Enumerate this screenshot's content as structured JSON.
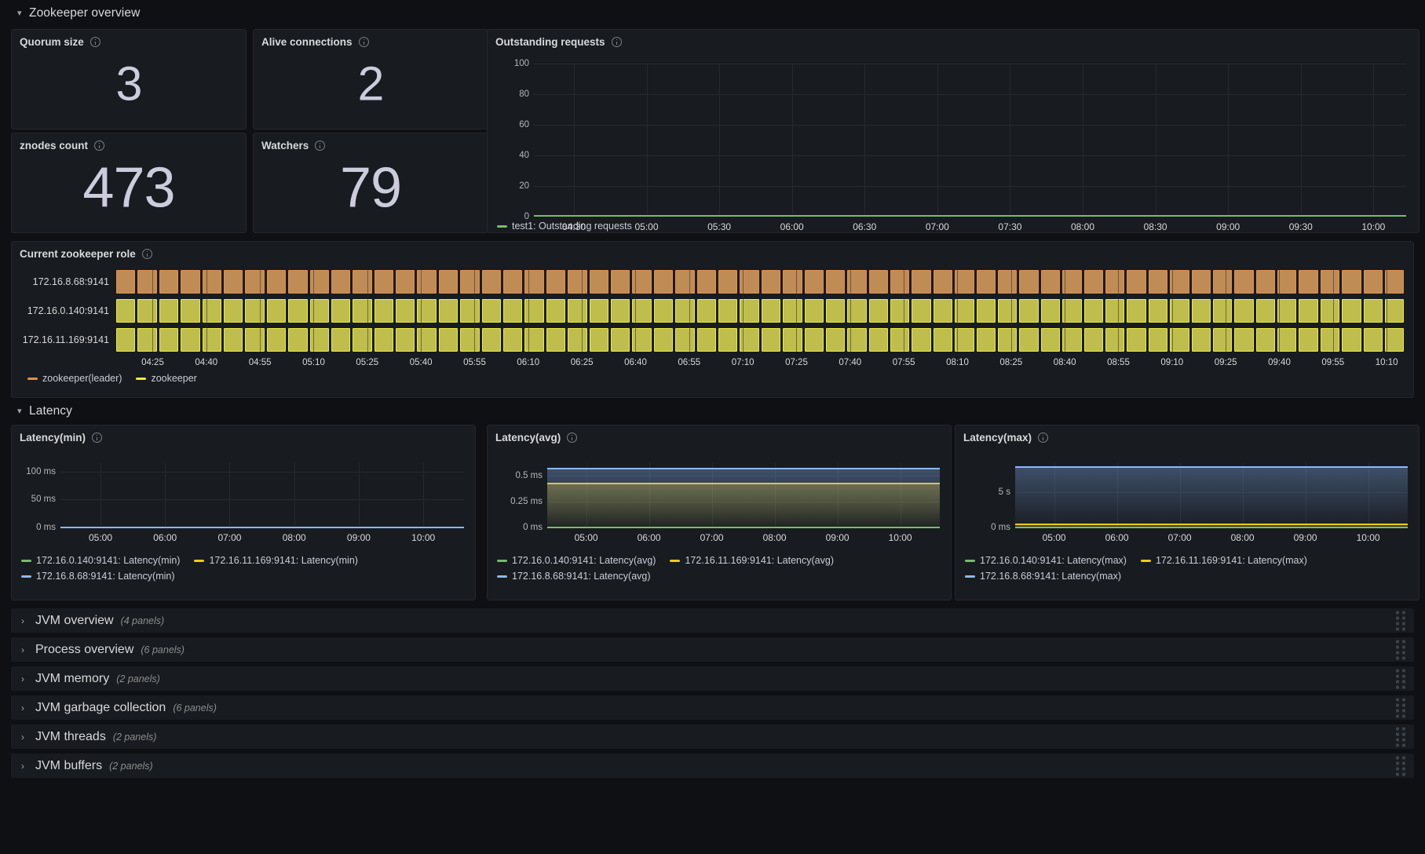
{
  "rows": {
    "zookeeper_overview": {
      "title": "Zookeeper overview",
      "chevron": "chevron-down"
    },
    "latency": {
      "title": "Latency",
      "chevron": "chevron-down"
    }
  },
  "stats": [
    {
      "title": "Quorum size",
      "value": "3"
    },
    {
      "title": "Alive connections",
      "value": "2"
    },
    {
      "title": "znodes count",
      "value": "473"
    },
    {
      "title": "Watchers",
      "value": "79"
    }
  ],
  "outstanding": {
    "title": "Outstanding requests",
    "chart_data": {
      "type": "line",
      "title": "Outstanding requests",
      "x": [
        "04:30",
        "05:00",
        "05:30",
        "06:00",
        "06:30",
        "07:00",
        "07:30",
        "08:00",
        "08:30",
        "09:00",
        "09:30",
        "10:00"
      ],
      "ylim": [
        0,
        100
      ],
      "yticks": [
        "0",
        "20",
        "40",
        "60",
        "80",
        "100"
      ],
      "grid": true,
      "legend_position": "bottom",
      "series": [
        {
          "name": "test1: Outstanding requests",
          "color": "#73bf69",
          "values": [
            0,
            0,
            0,
            0,
            0,
            0,
            0,
            0,
            0,
            0,
            0,
            0
          ]
        }
      ]
    }
  },
  "role": {
    "title": "Current zookeeper role",
    "chart_data": {
      "type": "state-timeline",
      "title": "Current zookeeper role",
      "rows": [
        {
          "label": "172.16.8.68:9141",
          "state": "zookeeper(leader)",
          "color": "#c08c55",
          "border": "#e0904c"
        },
        {
          "label": "172.16.0.140:9141",
          "state": "zookeeper",
          "color": "#bfbd4c",
          "border": "#edec40"
        },
        {
          "label": "172.16.11.169:9141",
          "state": "zookeeper",
          "color": "#bfbd4c",
          "border": "#edec40"
        }
      ],
      "xticks": [
        "04:25",
        "04:40",
        "04:55",
        "05:10",
        "05:25",
        "05:40",
        "05:55",
        "06:10",
        "06:25",
        "06:40",
        "06:55",
        "07:10",
        "07:25",
        "07:40",
        "07:55",
        "08:10",
        "08:25",
        "08:40",
        "08:55",
        "09:10",
        "09:25",
        "09:40",
        "09:55",
        "10:10"
      ],
      "segments": 60,
      "legend": [
        {
          "label": "zookeeper(leader)",
          "color": "#e0904c"
        },
        {
          "label": "zookeeper",
          "color": "#edec40"
        }
      ]
    }
  },
  "latency_panels": [
    {
      "title": "Latency(min)",
      "chart_data": {
        "type": "line",
        "title": "Latency(min)",
        "xticks": [
          "05:00",
          "06:00",
          "07:00",
          "08:00",
          "09:00",
          "10:00"
        ],
        "yticks": [
          "0 ms",
          "50 ms",
          "100 ms"
        ],
        "ylim": [
          0,
          115
        ],
        "grid": true,
        "legend_position": "bottom",
        "series": [
          {
            "name": "172.16.0.140:9141: Latency(min)",
            "color": "#73bf69",
            "value": 0
          },
          {
            "name": "172.16.11.169:9141: Latency(min)",
            "color": "#f2cc0c",
            "value": 0
          },
          {
            "name": "172.16.8.68:9141: Latency(min)",
            "color": "#8ab8ff",
            "value": 0
          }
        ]
      }
    },
    {
      "title": "Latency(avg)",
      "chart_data": {
        "type": "line",
        "title": "Latency(avg)",
        "xticks": [
          "05:00",
          "06:00",
          "07:00",
          "08:00",
          "09:00",
          "10:00"
        ],
        "yticks": [
          "0 ms",
          "0.25 ms",
          "0.5 ms"
        ],
        "ylim": [
          0,
          0.62
        ],
        "grid": true,
        "legend_position": "bottom",
        "series": [
          {
            "name": "172.16.0.140:9141: Latency(avg)",
            "color": "#73bf69",
            "value": 0
          },
          {
            "name": "172.16.11.169:9141: Latency(avg)",
            "color": "#f2cc0c",
            "value": 0.42
          },
          {
            "name": "172.16.8.68:9141: Latency(avg)",
            "color": "#8ab8ff",
            "value": 0.57
          }
        ]
      }
    },
    {
      "title": "Latency(max)",
      "chart_data": {
        "type": "line",
        "title": "Latency(max)",
        "xticks": [
          "05:00",
          "06:00",
          "07:00",
          "08:00",
          "09:00",
          "10:00"
        ],
        "yticks": [
          "0 ms",
          "5 s"
        ],
        "ylim": [
          0,
          9.2
        ],
        "grid": true,
        "legend_position": "bottom",
        "series": [
          {
            "name": "172.16.0.140:9141: Latency(max)",
            "color": "#73bf69",
            "value": 0
          },
          {
            "name": "172.16.11.169:9141: Latency(max)",
            "color": "#f2cc0c",
            "value": 0.45
          },
          {
            "name": "172.16.8.68:9141: Latency(max)",
            "color": "#8ab8ff",
            "value": 8.6
          }
        ]
      }
    }
  ],
  "collapsed_rows": [
    {
      "title": "JVM overview",
      "count": "(4 panels)"
    },
    {
      "title": "Process overview",
      "count": "(6 panels)"
    },
    {
      "title": "JVM memory",
      "count": "(2 panels)"
    },
    {
      "title": "JVM garbage collection",
      "count": "(6 panels)"
    },
    {
      "title": "JVM threads",
      "count": "(2 panels)"
    },
    {
      "title": "JVM buffers",
      "count": "(2 panels)"
    }
  ]
}
